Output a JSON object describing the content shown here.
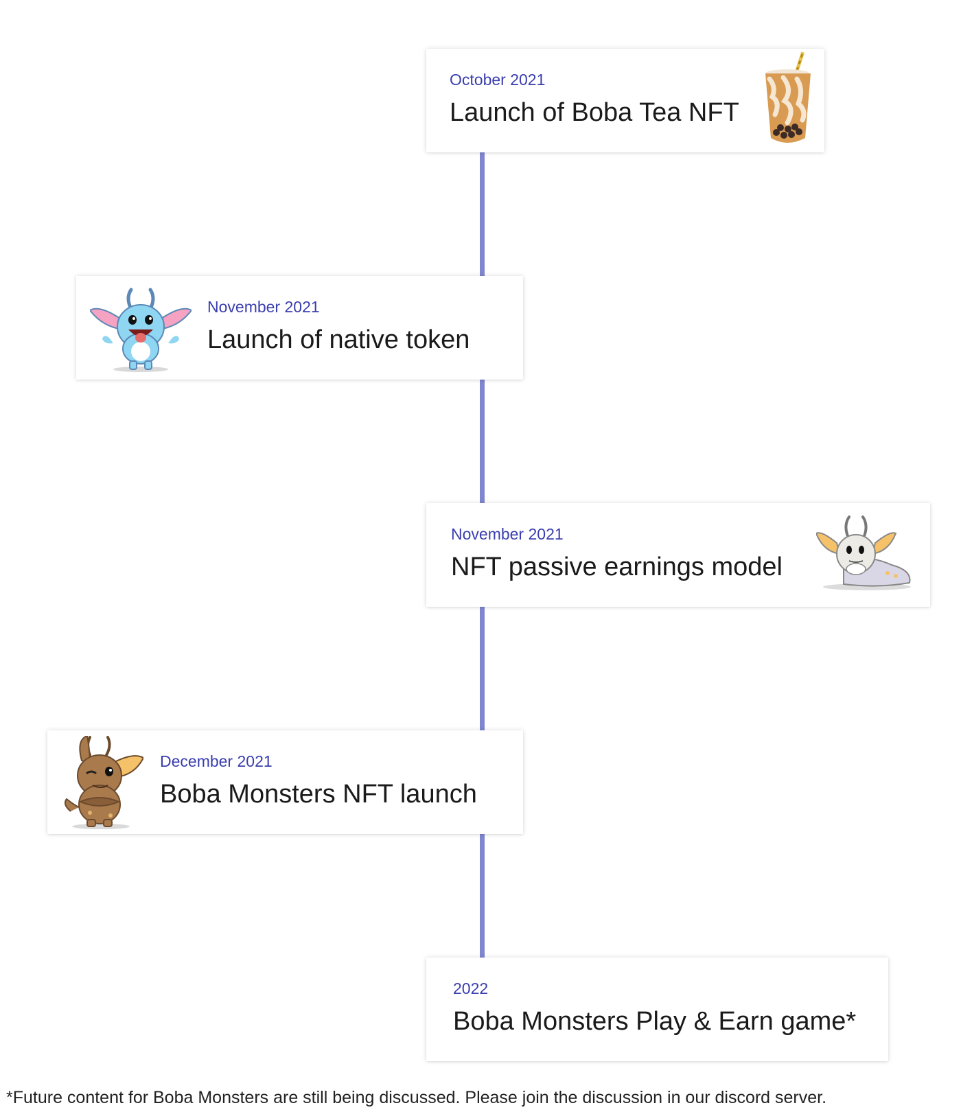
{
  "timeline": {
    "accent_color": "#8187cf",
    "date_color": "#3a3eae",
    "milestones": [
      {
        "date": "October 2021",
        "title": "Launch of Boba Tea NFT",
        "icon": "boba-tea-cup-icon"
      },
      {
        "date": "November 2021",
        "title": "Launch of native token",
        "icon": "blue-monster-icon"
      },
      {
        "date": "November 2021",
        "title": "NFT passive earnings model",
        "icon": "white-monster-icon"
      },
      {
        "date": "December 2021",
        "title": "Boba Monsters NFT launch",
        "icon": "brown-monster-icon"
      },
      {
        "date": "2022",
        "title": "Boba Monsters Play & Earn game*",
        "icon": ""
      }
    ]
  },
  "footnote": "*Future content for Boba Monsters are still being discussed. Please join the discussion in our discord server."
}
